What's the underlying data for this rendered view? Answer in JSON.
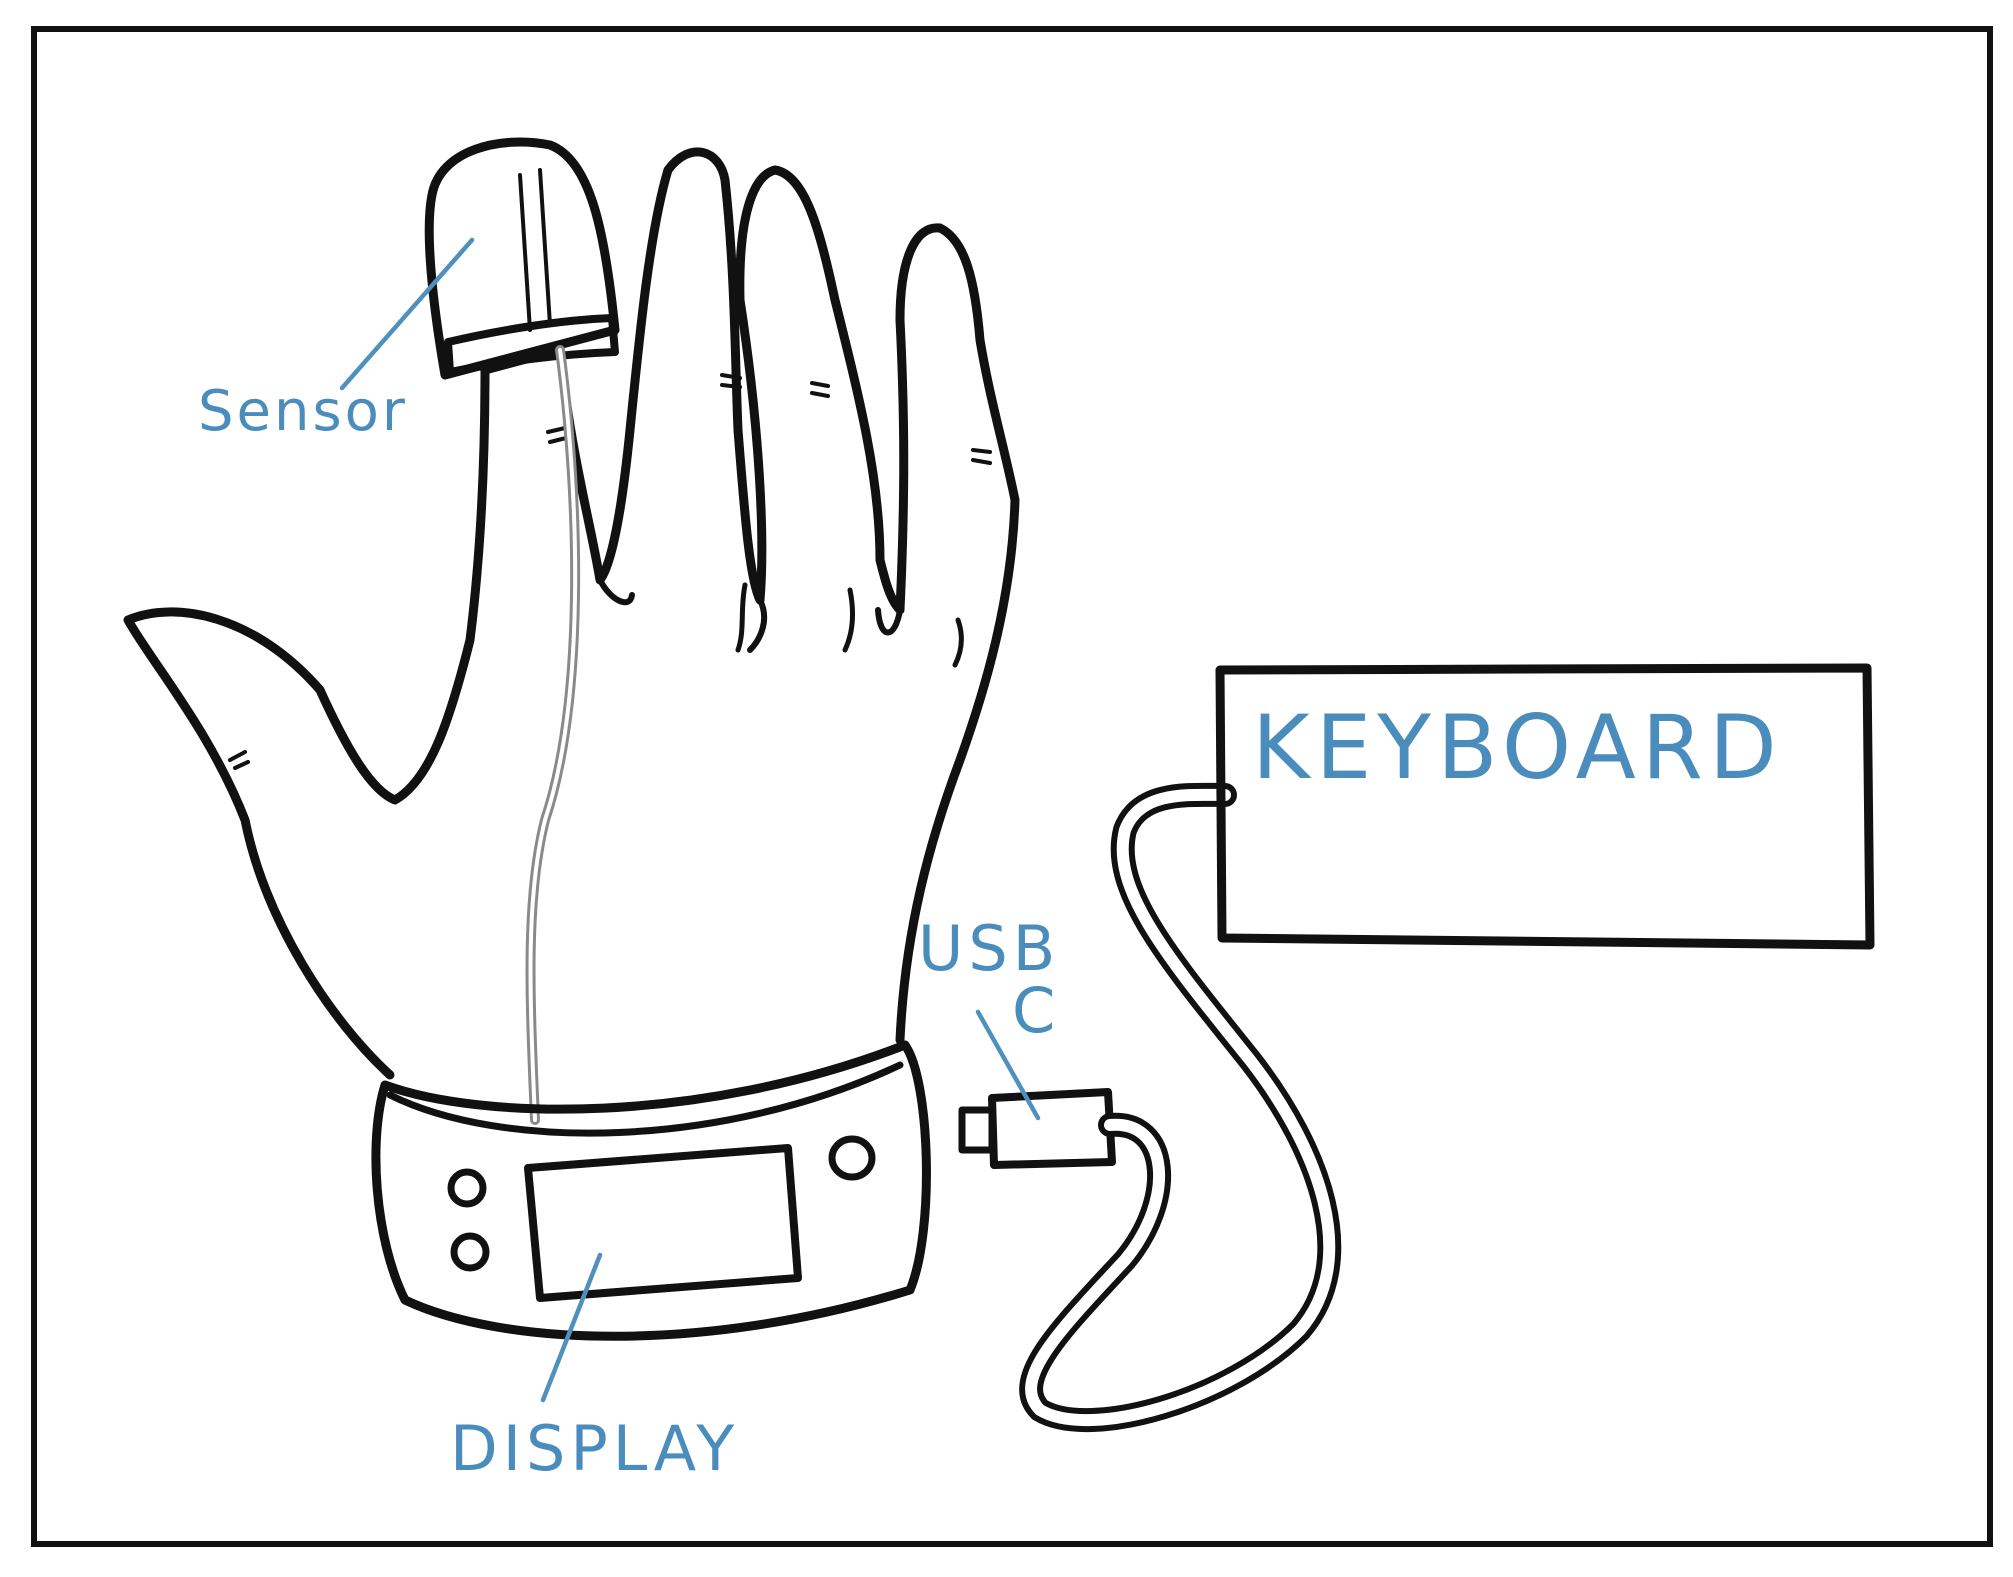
{
  "labels": {
    "sensor": "Sensor",
    "display": "DISPLAY",
    "usb_line1": "USB",
    "usb_line2": "C",
    "keyboard": "KEYBOARD"
  },
  "colors": {
    "ink": "#111111",
    "annotation": "#4a8dbd",
    "cable": "#8a8a8a",
    "background": "#ffffff"
  }
}
